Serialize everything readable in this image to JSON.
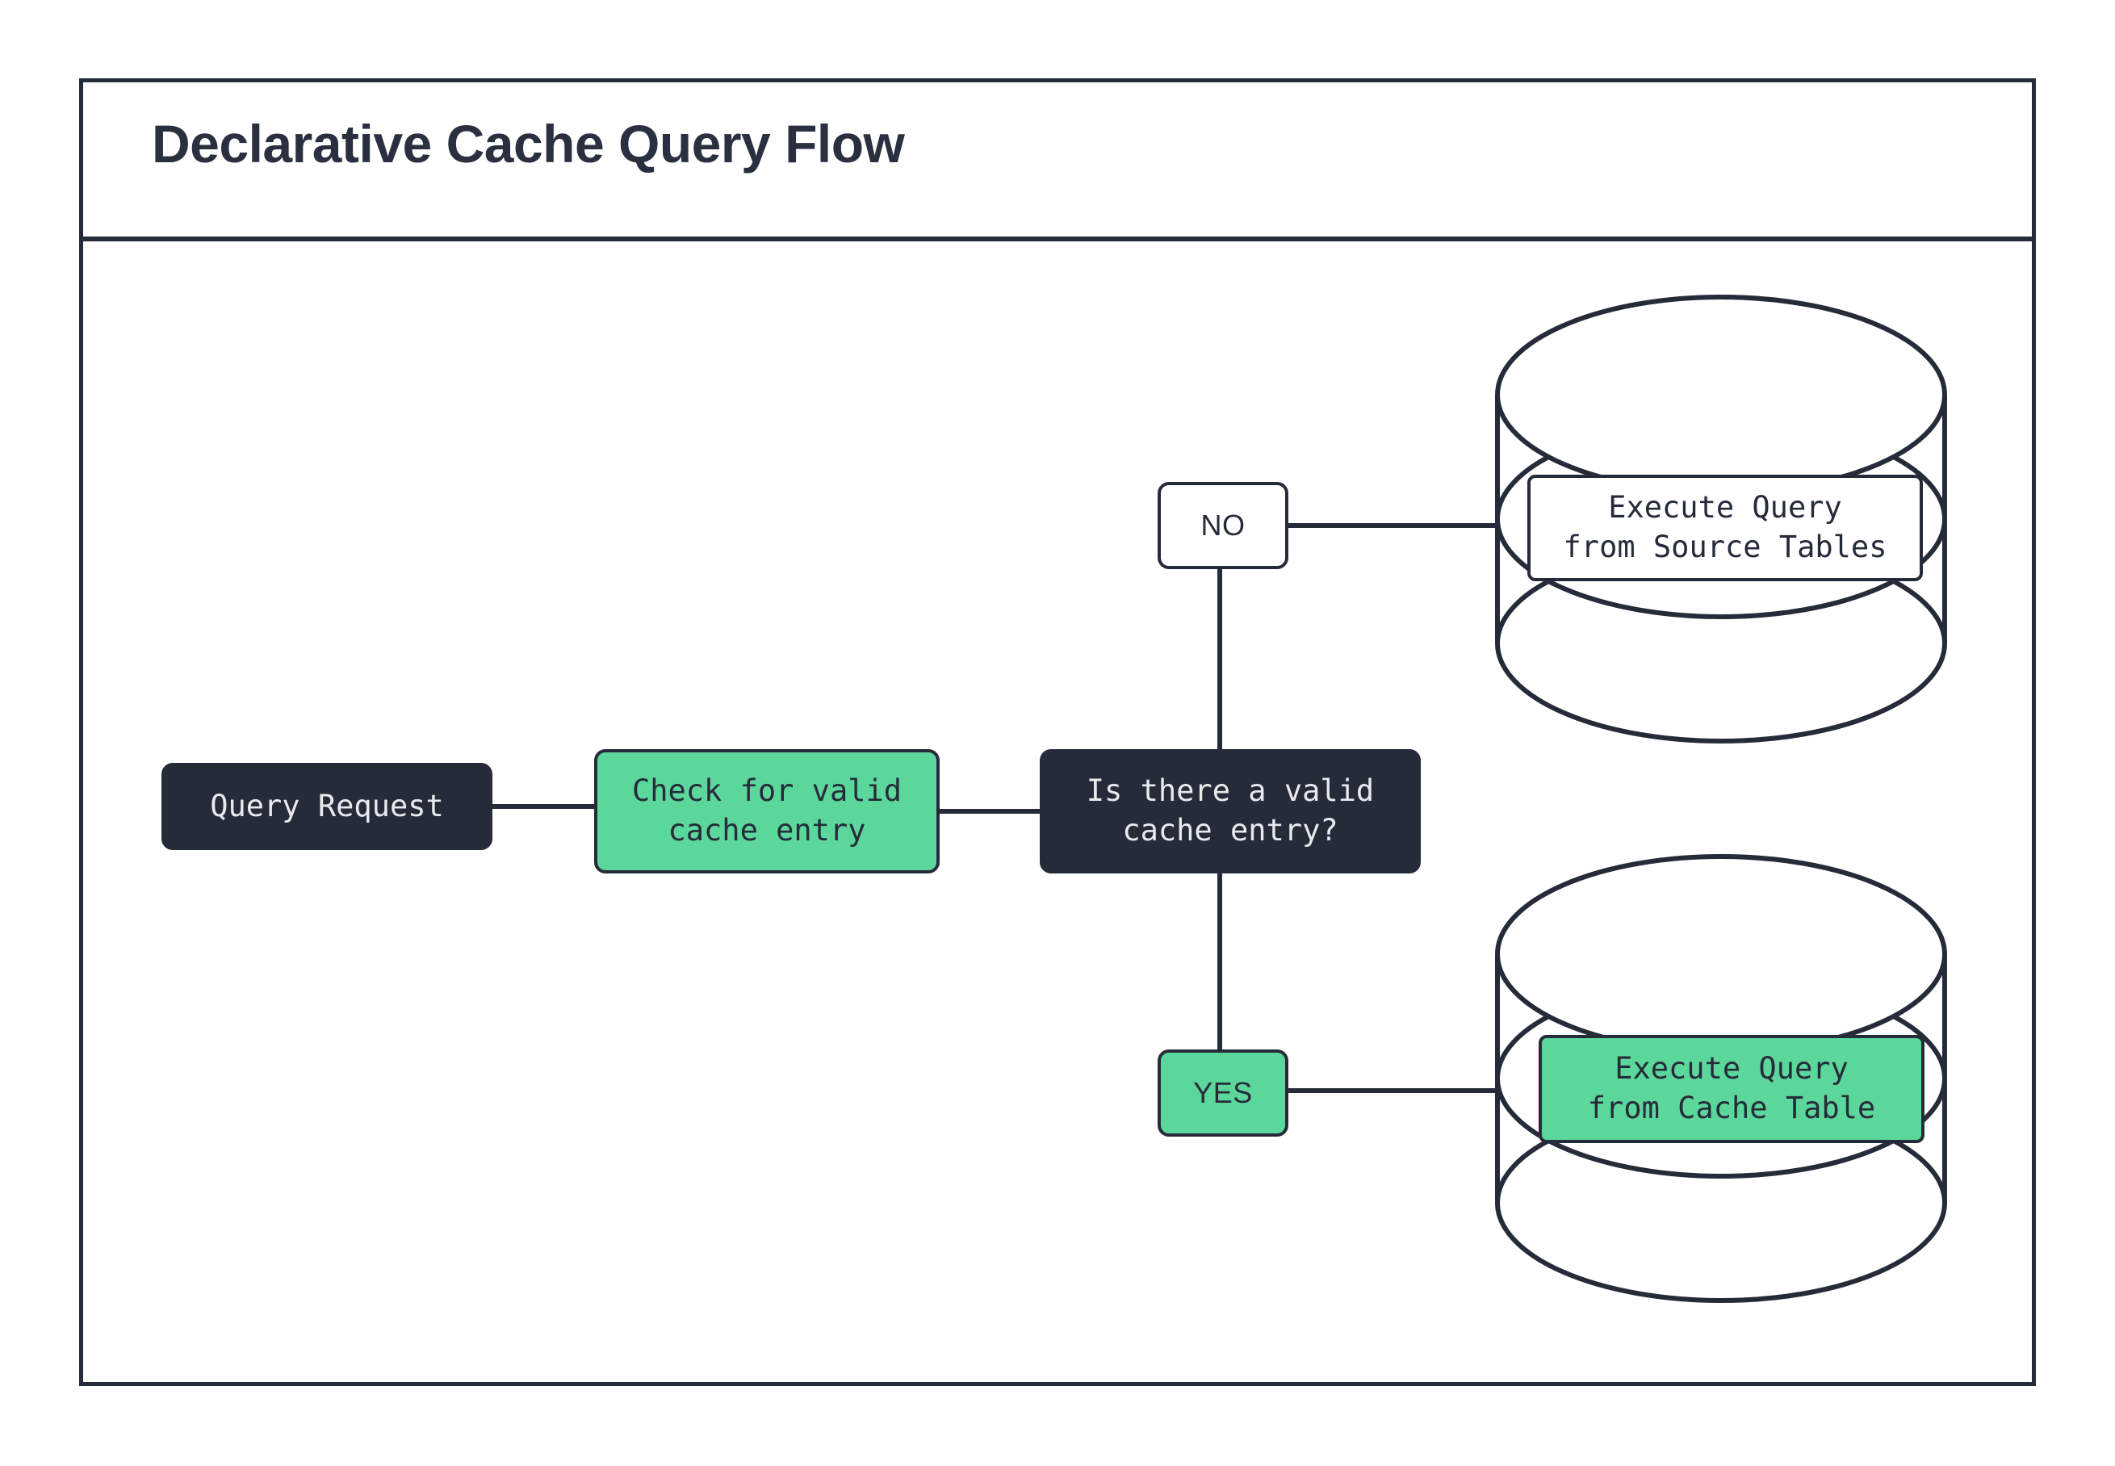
{
  "page": {
    "title": "Declarative Cache Query Flow",
    "accent_green": "#5CD79C",
    "dark_navy": "#262B3A",
    "background": "#FFFFFF"
  },
  "flow": {
    "nodes": [
      {
        "id": "query-request",
        "label": "Query Request",
        "style": "dark"
      },
      {
        "id": "check-cache",
        "label": "Check for valid\ncache entry",
        "style": "green"
      },
      {
        "id": "decision",
        "label": "Is there a valid\ncache entry?",
        "style": "dark"
      },
      {
        "id": "execute-source",
        "label": "Execute Query\nfrom Source Tables",
        "style": "white"
      },
      {
        "id": "execute-cache",
        "label": "Execute Query\nfrom Cache Table",
        "style": "green"
      }
    ],
    "edge_labels": [
      {
        "id": "no",
        "label": "NO",
        "style": "white"
      },
      {
        "id": "yes",
        "label": "YES",
        "style": "green"
      }
    ],
    "databases": [
      {
        "id": "source-tables",
        "name": "source-tables-database"
      },
      {
        "id": "cache-table",
        "name": "cache-table-database"
      }
    ]
  }
}
